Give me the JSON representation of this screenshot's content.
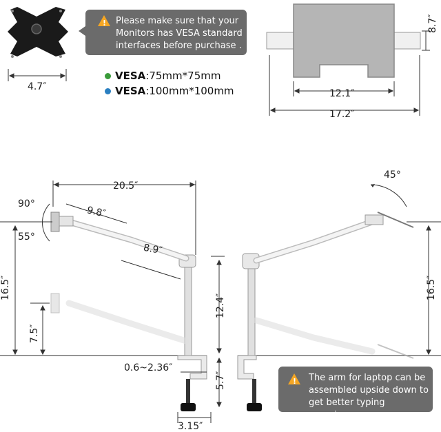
{
  "top_callout": "Please make sure that your Monitors has VESA standard interfaces before purchase .",
  "bottom_callout": "The arm for laptop can be assembled upside down to get better typing experience.",
  "vesa": [
    {
      "prefix": "VESA",
      "value": ":75mm*75mm",
      "color": "#3a9b3a"
    },
    {
      "prefix": "VESA",
      "value": ":100mm*100mm",
      "color": "#2a7fc1"
    }
  ],
  "dimensions": {
    "plate_width": "4.7″",
    "tray_height": "8.7″",
    "tray_inner_width": "12.1″",
    "tray_outer_width": "17.2″",
    "arm_reach": "20.5″",
    "arm_upper": "9.8″",
    "arm_lower": "8.9″",
    "tilt_up": "90°",
    "tilt_down": "55°",
    "laptop_tilt": "45°",
    "left_height": "16.5″",
    "right_height": "16.5″",
    "lower_mount_height": "7.5″",
    "pole_height": "12.4″",
    "clamp_height": "5.7″",
    "clamp_range": "0.6~2.36″",
    "clamp_width": "3.15″"
  },
  "colors": {
    "callout_bg": "#6b6b6b",
    "warning": "#f5a623",
    "tray": "#b5b5b5",
    "arm": "#e2e2e2"
  }
}
